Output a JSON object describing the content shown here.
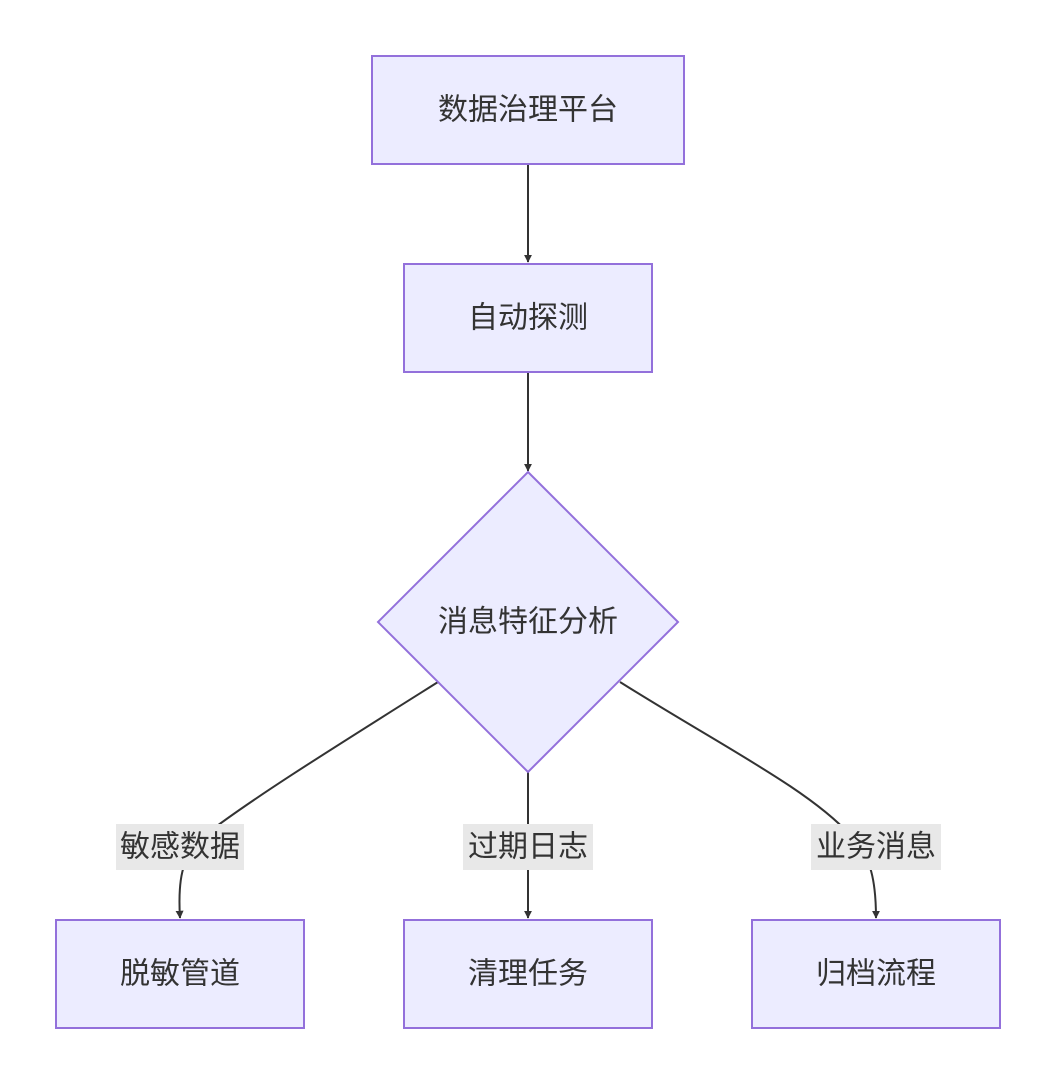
{
  "diagram": {
    "nodes": {
      "platform": "数据治理平台",
      "detect": "自动探测",
      "analyze": "消息特征分析",
      "mask": "脱敏管道",
      "cleanup": "清理任务",
      "archive": "归档流程"
    },
    "edge_labels": {
      "sensitive": "敏感数据",
      "expired": "过期日志",
      "business": "业务消息"
    },
    "colors": {
      "node_fill": "#ececff",
      "node_stroke": "#9370db",
      "edge": "#333333",
      "label_bg": "#e8e8e8",
      "text": "#333333"
    }
  }
}
